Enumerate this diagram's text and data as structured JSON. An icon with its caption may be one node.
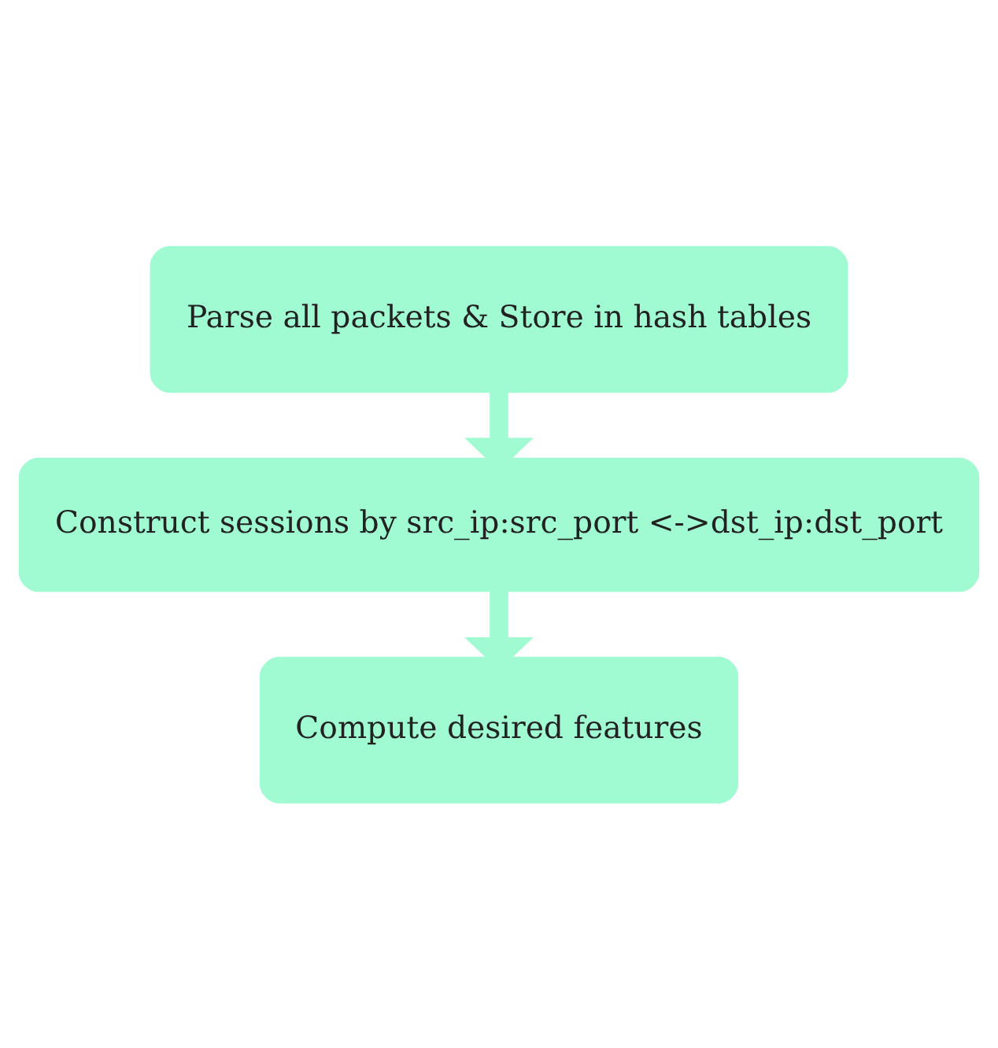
{
  "diagram": {
    "nodes": [
      {
        "text": [
          "Parse all packets & Store in hash tables"
        ]
      },
      {
        "text": [
          "Construct sessions by src_ip:src_port <->dst_ip:dst_port"
        ]
      },
      {
        "text": [
          "Compute desired features"
        ]
      }
    ],
    "edges": [
      {
        "from": 0,
        "to": 1,
        "arrow": "to"
      },
      {
        "from": 1,
        "to": 2,
        "arrow": "to"
      }
    ]
  }
}
